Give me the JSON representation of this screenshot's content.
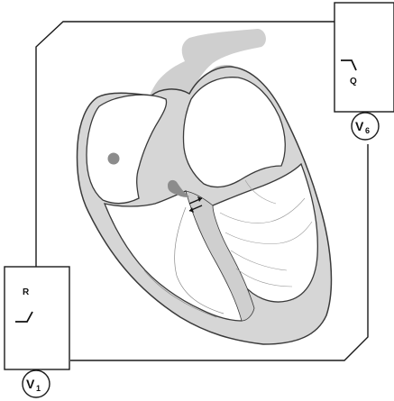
{
  "diagram": {
    "leads": {
      "v1": {
        "name": "V",
        "subscript": "1",
        "wave_label": "R"
      },
      "v6": {
        "name": "V",
        "subscript": "6",
        "wave_label": "Q"
      }
    },
    "colors": {
      "outline": "#3a3a3a",
      "heart_shade": "#d6d6d6",
      "vessel_shade": "#cfcfcf",
      "chamber": "#ffffff",
      "septal_spot": "#8c8c8c",
      "frame": "#1a1a1a"
    }
  }
}
